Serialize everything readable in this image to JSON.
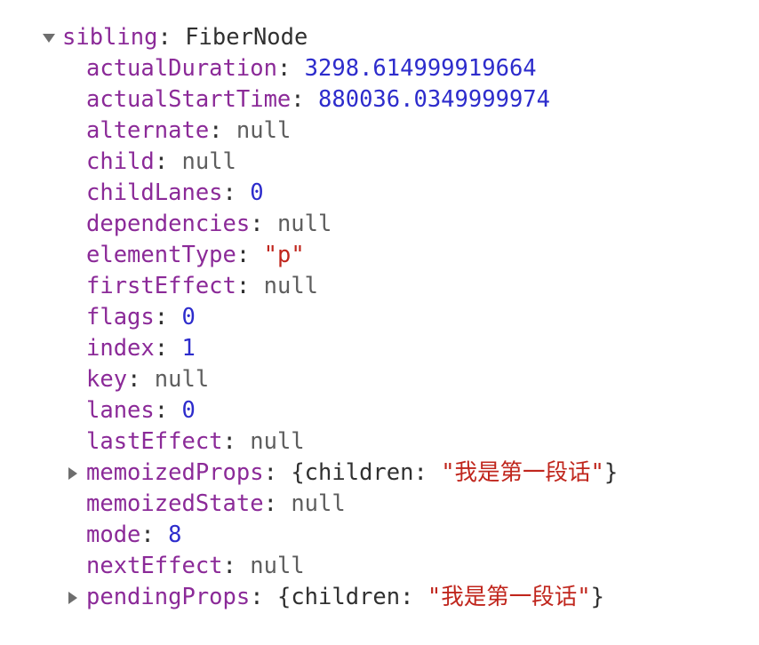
{
  "root": {
    "key": "sibling",
    "value": "FiberNode",
    "expanded": true
  },
  "properties": [
    {
      "key": "actualDuration",
      "value": "3298.614999919664",
      "type": "number"
    },
    {
      "key": "actualStartTime",
      "value": "880036.0349999974",
      "type": "number"
    },
    {
      "key": "alternate",
      "value": "null",
      "type": "null"
    },
    {
      "key": "child",
      "value": "null",
      "type": "null"
    },
    {
      "key": "childLanes",
      "value": "0",
      "type": "number"
    },
    {
      "key": "dependencies",
      "value": "null",
      "type": "null"
    },
    {
      "key": "elementType",
      "value": "\"p\"",
      "type": "string"
    },
    {
      "key": "firstEffect",
      "value": "null",
      "type": "null"
    },
    {
      "key": "flags",
      "value": "0",
      "type": "number"
    },
    {
      "key": "index",
      "value": "1",
      "type": "number"
    },
    {
      "key": "key",
      "value": "null",
      "type": "null"
    },
    {
      "key": "lanes",
      "value": "0",
      "type": "number"
    },
    {
      "key": "lastEffect",
      "value": "null",
      "type": "null"
    },
    {
      "key": "memoizedProps",
      "type": "object",
      "expandable": true,
      "open": "{",
      "inner_key": "children: ",
      "inner_value": "\"我是第一段话\"",
      "close": "}"
    },
    {
      "key": "memoizedState",
      "value": "null",
      "type": "null"
    },
    {
      "key": "mode",
      "value": "8",
      "type": "number"
    },
    {
      "key": "nextEffect",
      "value": "null",
      "type": "null"
    },
    {
      "key": "pendingProps",
      "type": "object",
      "expandable": true,
      "open": "{",
      "inner_key": "children: ",
      "inner_value": "\"我是第一段话\"",
      "close": "}"
    }
  ],
  "colors": {
    "key": "#8b2a98",
    "number": "#2d2ccc",
    "null": "#5e5e5e",
    "string": "#c0261d"
  }
}
